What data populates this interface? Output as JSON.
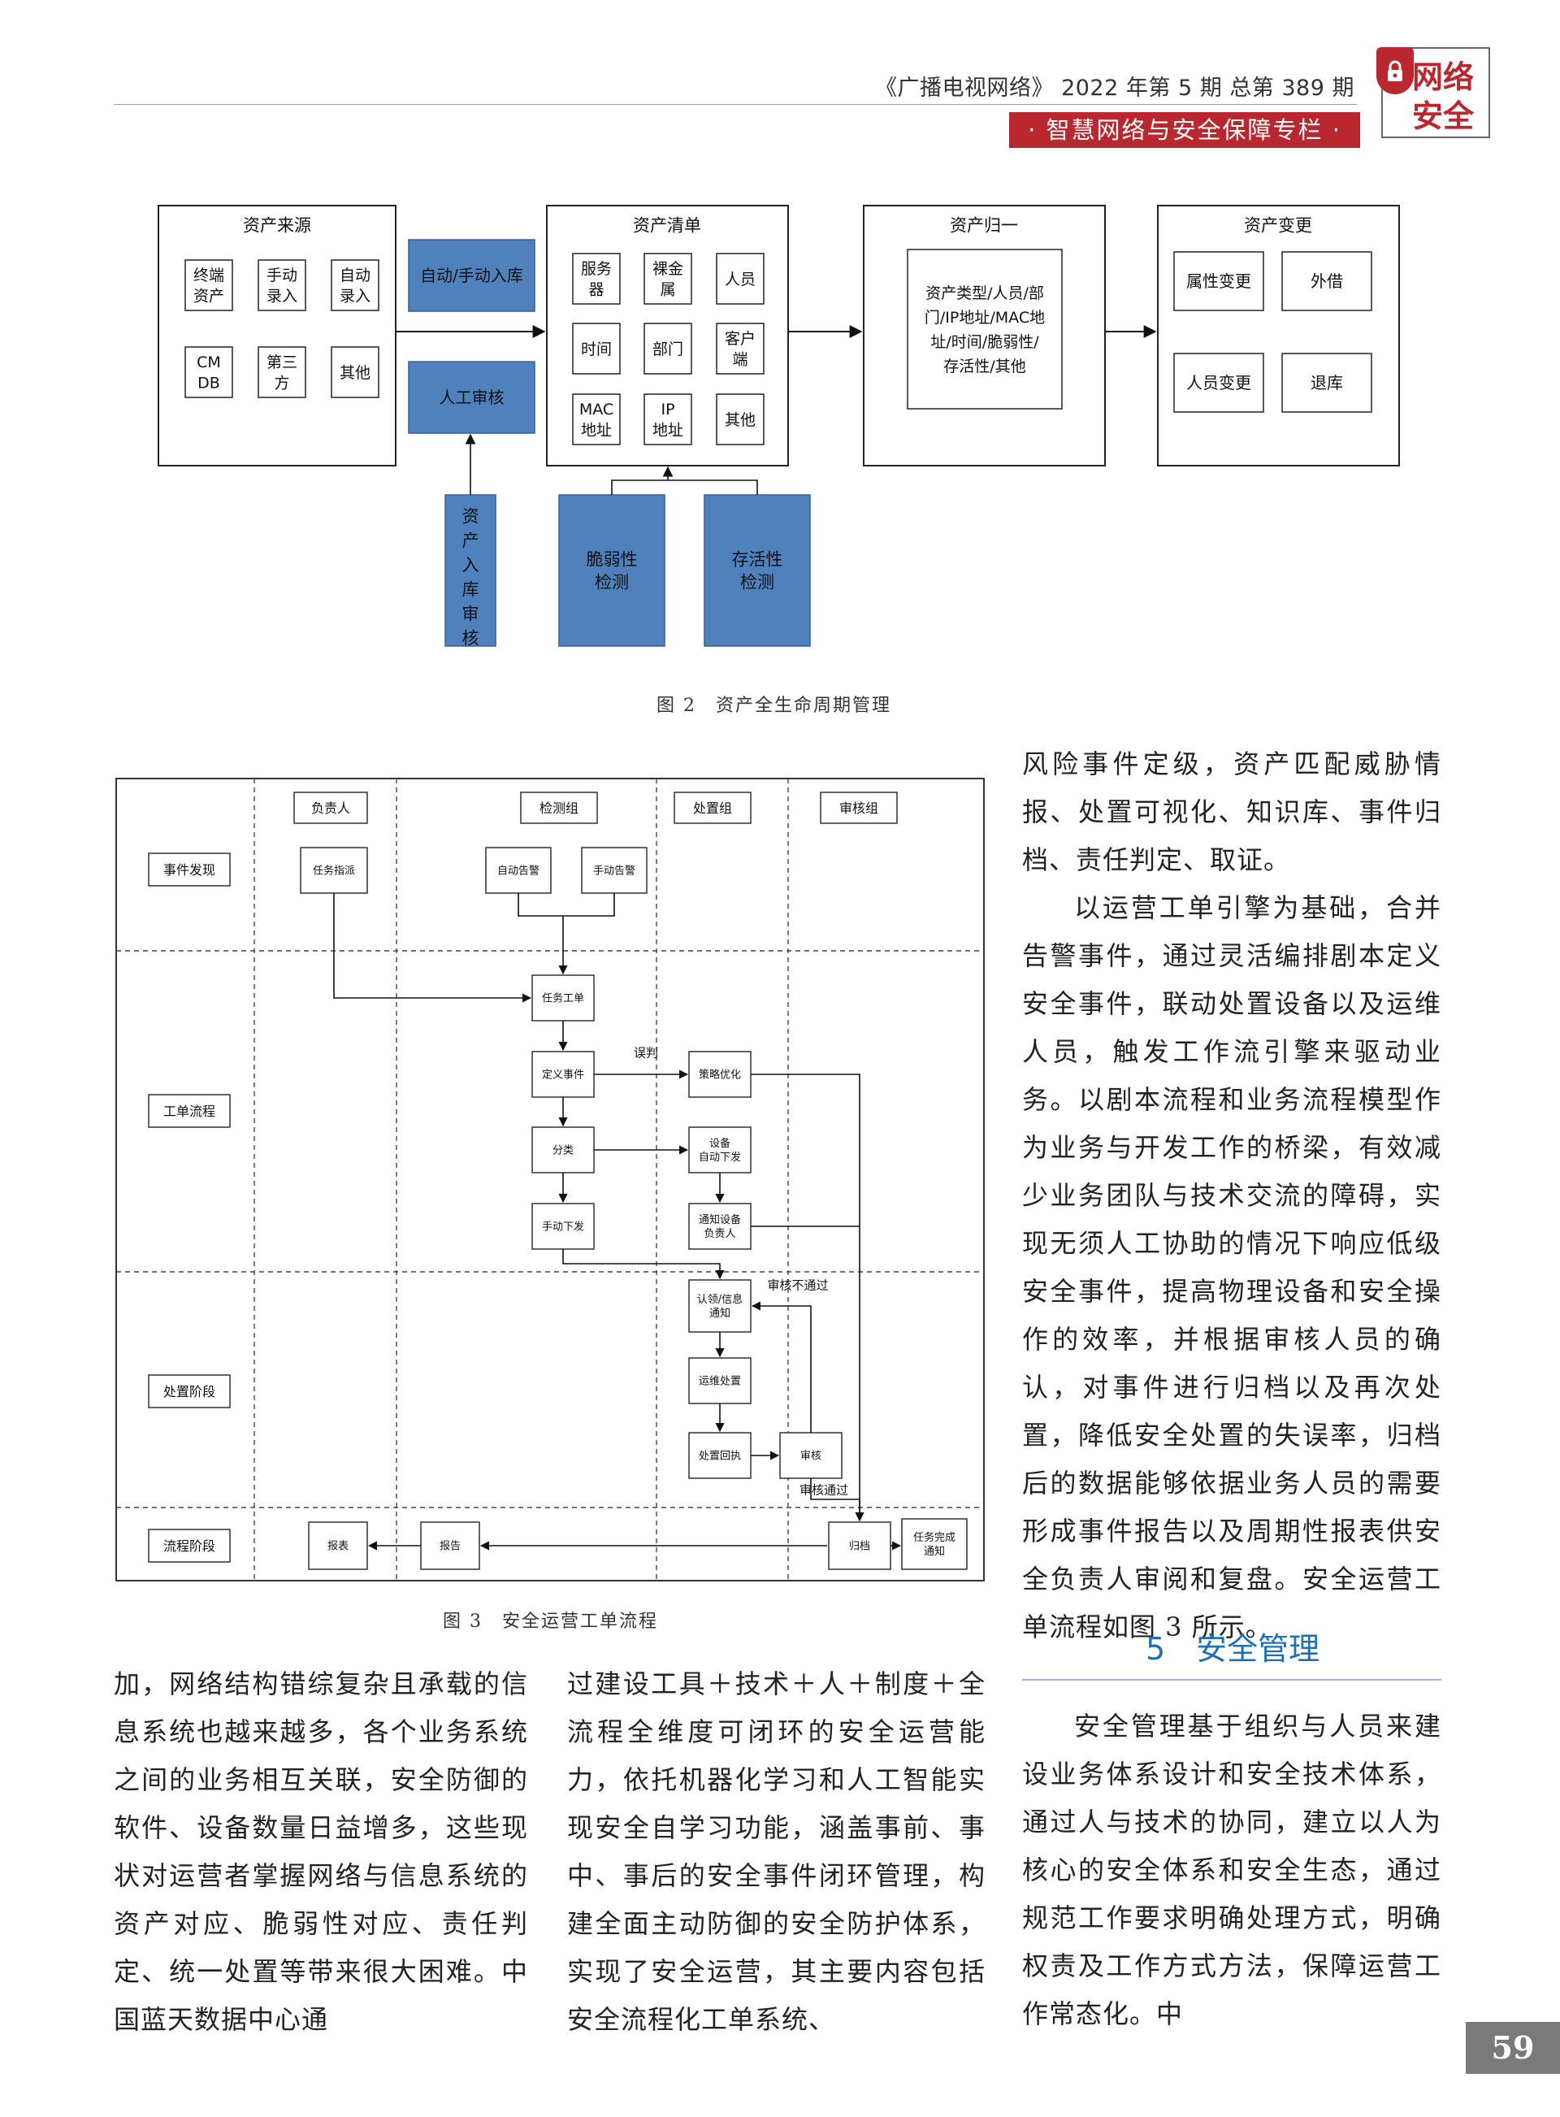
{
  "header": {
    "journal": "《广播电视网络》 2022 年第 5 期 总第 389 期",
    "column": "· 智慧网络与安全保障专栏 ·",
    "logo_line1": "网络",
    "logo_line2": "安全"
  },
  "fig2": {
    "caption": "图 2　资产全生命周期管理",
    "source_title": "资产来源",
    "source_items": [
      "终端|资产",
      "手动|录入",
      "自动|录入",
      "CM|DB",
      "第三|方",
      "其他"
    ],
    "auto_import": "自动/手动入库",
    "manual_review": "人工审核",
    "asset_review_vertical": "资产入库审核",
    "list_title": "资产清单",
    "list_items": [
      "服务|器",
      "裸金|属",
      "人员",
      "时间",
      "部门",
      "客户|端",
      "MAC|地址",
      "IP|地址",
      "其他"
    ],
    "vuln_check": "脆弱性|检测",
    "alive_check": "存活性|检测",
    "unify_title": "资产归一",
    "unify_text": "资产类型/人员/部|门/IP地址/MAC地|址/时间/脆弱性/|存活性/其他",
    "change_title": "资产变更",
    "change_items": [
      "属性变更",
      "外借",
      "人员变更",
      "退库"
    ]
  },
  "fig3": {
    "caption": "图 3　安全运营工单流程",
    "lanes": [
      "负责人",
      "检测组",
      "处置组",
      "审核组"
    ],
    "stages": [
      "事件发现",
      "工单流程",
      "处置阶段",
      "流程阶段"
    ],
    "nodes": {
      "task_assign": "任务指派",
      "auto_alarm": "自动告警",
      "manual_alarm": "手动告警",
      "task_ticket": "任务工单",
      "define_event": "定义事件",
      "policy_opt": "策略优化",
      "classify": "分类",
      "device_auto": "设备|自动下发",
      "manual_issue": "手动下发",
      "notify_owner": "通知设备|负责人",
      "claim_notify": "认领/信息|通知",
      "ops_handle": "运维处置",
      "handle_receipt": "处置回执",
      "review": "审核",
      "archive": "归档",
      "task_done": "任务完成|通知",
      "report": "报告",
      "report_table": "报表"
    },
    "labels": {
      "misjudge": "误判",
      "review_fail": "审核不通过",
      "review_pass": "审核通过"
    }
  },
  "body": {
    "col1": "加，网络结构错综复杂且承载的信息系统也越来越多，各个业务系统之间的业务相互关联，安全防御的软件、设备数量日益增多，这些现状对运营者掌握网络与信息系统的资产对应、脆弱性对应、责任判定、统一处置等带来很大困难。中国蓝天数据中心通",
    "col2": "过建设工具＋技术＋人＋制度＋全流程全维度可闭环的安全运营能力，依托机器化学习和人工智能实现安全自学习功能，涵盖事前、事中、事后的安全事件闭环管理，构建全面主动防御的安全防护体系，实现了安全运营，其主要内容包括安全流程化工单系统、",
    "col3_p1": "风险事件定级，资产匹配威胁情报、处置可视化、知识库、事件归档、责任判定、取证。",
    "col3_p2": "以运营工单引擎为基础，合并告警事件，通过灵活编排剧本定义安全事件，联动处置设备以及运维人员，触发工作流引擎来驱动业务。以剧本流程和业务流程模型作为业务与开发工作的桥梁，有效减少业务团队与技术交流的障碍，实现无须人工协助的情况下响应低级安全事件，提高物理设备和安全操作的效率，并根据审核人员的确认，对事件进行归档以及再次处置，降低安全处置的失误率，归档后的数据能够依据业务人员的需要形成事件报告以及周期性报表供安全负责人审阅和复盘。安全运营工单流程如图 3 所示。",
    "section_title": "5　安全管理",
    "col3_p3": "安全管理基于组织与人员来建设业务体系设计和安全技术体系，通过人与技术的协同，建立以人为核心的安全体系和安全生态，通过规范工作要求明确处理方式，明确权责及工作方式方法，保障运营工作常态化。中"
  },
  "page_number": "59"
}
